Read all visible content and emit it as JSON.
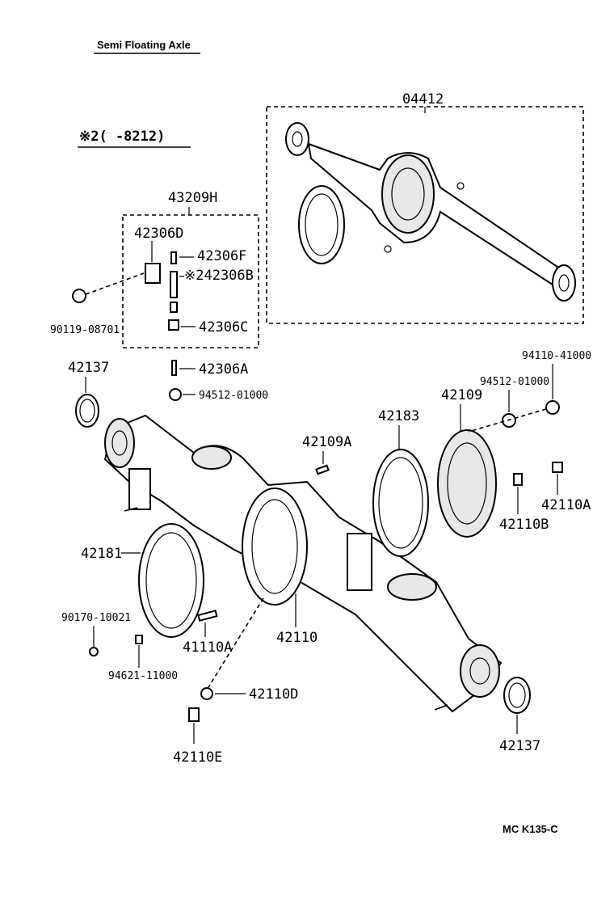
{
  "title": "Semi Floating Axle",
  "note": "※2(   -8212)",
  "footer": "MC K135-C",
  "box_labels": {
    "housing_assy": "04412",
    "breather_group": "43209H"
  },
  "parts": {
    "p42306D": "42306D",
    "p42306F": "42306F",
    "p242306B": "※242306B",
    "p42306C": "42306C",
    "p42306A": "42306A",
    "p94512a": "94512-01000",
    "p90119": "90119-08701",
    "p42137a": "42137",
    "p42137b": "42137",
    "p42109A": "42109A",
    "p42183": "42183",
    "p42109": "42109",
    "p94110": "94110-41000",
    "p94512b": "94512-01000",
    "p42110A": "42110A",
    "p42110B": "42110B",
    "p42181": "42181",
    "p90170": "90170-10021",
    "p94621": "94621-11000",
    "p41110A": "41110A",
    "p42110": "42110",
    "p42110D": "42110D",
    "p42110E": "42110E"
  }
}
